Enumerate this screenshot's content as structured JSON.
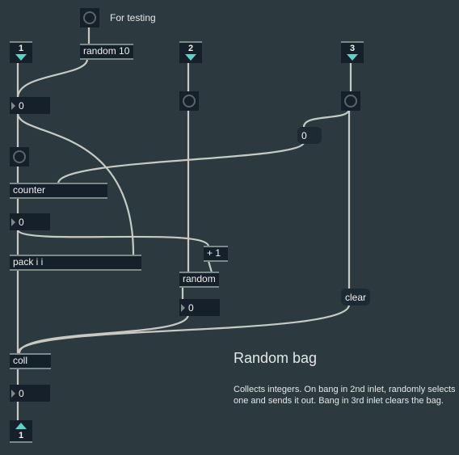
{
  "colors": {
    "background": "#2c3a40",
    "object_fill": "#16202a",
    "cord": "#c9c9c3",
    "port_arrow": "#5fd2c6"
  },
  "test": {
    "comment": "For testing",
    "random_label": "random 10"
  },
  "inlets": {
    "one": "1",
    "two": "2",
    "three": "3"
  },
  "outlets": {
    "one": "1"
  },
  "numbers": {
    "after_random10": "0",
    "after_counter": "0",
    "after_random": "0",
    "output": "0"
  },
  "message_zero": "0",
  "objects": {
    "counter": "counter",
    "pack": "pack i i",
    "plus_one": "+ 1",
    "random": "random",
    "coll": "coll"
  },
  "clear_label": "clear",
  "info": {
    "title": "Random bag",
    "description": "Collects integers. On bang in 2nd inlet, randomly selects one and sends it out. Bang in 3rd inlet clears the bag."
  }
}
